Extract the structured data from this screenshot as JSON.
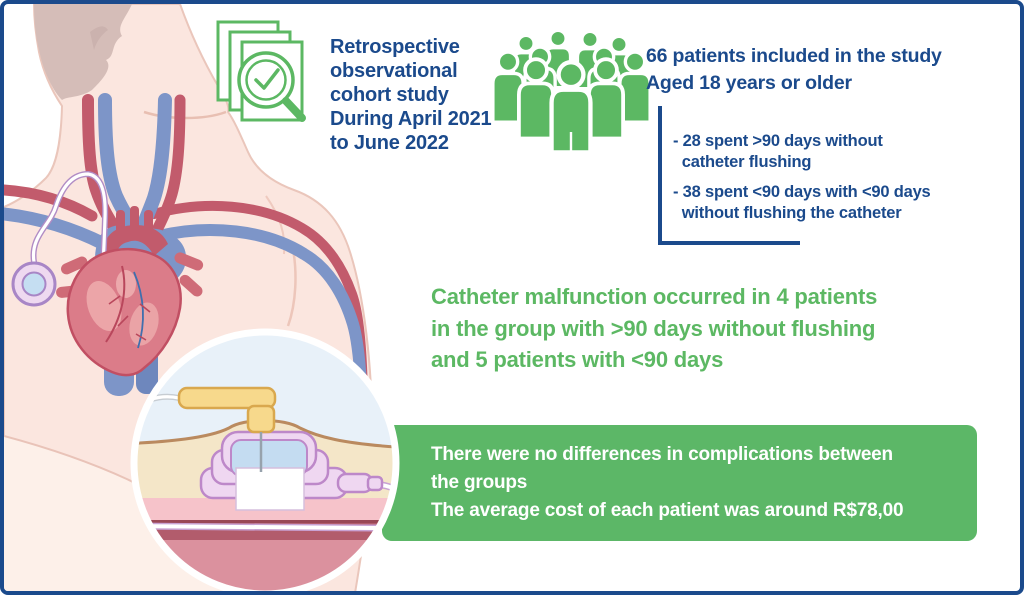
{
  "colors": {
    "navy": "#1b4a8c",
    "green_accent": "#5cb863",
    "green_box": "#5cb767",
    "skin": "#fbe6df",
    "artery_red": "#c25b6c",
    "vein_blue": "#7d95c8"
  },
  "study": {
    "description": "Retrospective\nobservational\ncohort study\nDuring April 2021\nto June 2022"
  },
  "patients": {
    "headline": "66 patients included in the study\nAged 18 years or older",
    "groups": [
      {
        "text": "- 28 spent >90 days without\n  catheter flushing"
      },
      {
        "text": "- 38 spent <90 days with <90 days\n  without flushing the catheter"
      }
    ]
  },
  "findings": {
    "malfunction": "Catheter malfunction occurred in 4 patients\nin the group with >90 days without flushing\nand 5 patients with <90 days",
    "summary": "There were no differences in complications between\nthe groups\nThe average cost of each patient was around R$78,00"
  },
  "icons": {
    "document_search": "document-search-icon",
    "people_crowd": "people-crowd-icon",
    "torso_heart": "torso-heart-illustration",
    "port_inset": "port-catheter-inset"
  }
}
